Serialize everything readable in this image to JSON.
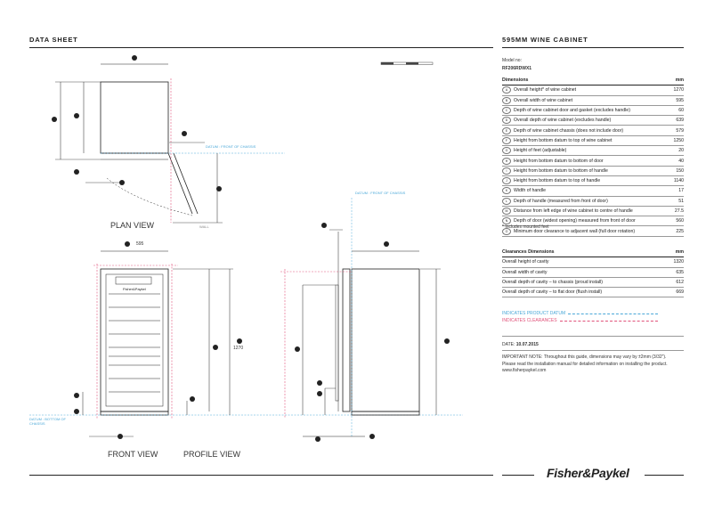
{
  "header": {
    "left_title": "DATA SHEET",
    "right_title": "595MM WINE CABINET"
  },
  "model": {
    "label": "Model no:",
    "number": "RF206RDWX1"
  },
  "dimensions": {
    "title": "Dimensions",
    "unit": "mm",
    "rows": [
      {
        "id": "A",
        "desc": "Overall height* of wine cabinet",
        "val": "1270"
      },
      {
        "id": "B",
        "desc": "Overall width of wine cabinet",
        "val": "595"
      },
      {
        "id": "C",
        "desc": "Depth of wine cabinet door and gasket (excludes handle)",
        "val": "60"
      },
      {
        "id": "D",
        "desc": "Overall depth of wine cabinet (excludes handle)",
        "val": "639"
      },
      {
        "id": "E",
        "desc": "Depth of wine cabinet chassis (does not include door)",
        "val": "579"
      },
      {
        "id": "F",
        "desc": "Height from bottom datum to top of wine cabinet",
        "val": "1250"
      },
      {
        "id": "G",
        "desc": "Height of feet (adjustable)",
        "val": "20"
      },
      {
        "id": "H",
        "desc": "Height from bottom datum to bottom of door",
        "val": "40"
      },
      {
        "id": "I",
        "desc": "Height from bottom datum to bottom of handle",
        "val": "150"
      },
      {
        "id": "J",
        "desc": "Height from bottom datum to top of handle",
        "val": "1140"
      },
      {
        "id": "K",
        "desc": "Width of handle",
        "val": "17"
      },
      {
        "id": "L",
        "desc": "Depth of handle (measured from front of door)",
        "val": "51"
      },
      {
        "id": "M",
        "desc": "Distance from left edge of wine cabinet to centre of handle",
        "val": "27.5"
      },
      {
        "id": "N",
        "desc": "Depth of door (widest opening) measured from front of door",
        "val": "560"
      },
      {
        "id": "O",
        "desc": "Minimum door clearance to adjacent wall (full door rotation)",
        "val": "225"
      }
    ],
    "footnote": "* Includes mounted feet"
  },
  "clearances": {
    "title": "Clearances Dimensions",
    "unit": "mm",
    "rows": [
      {
        "desc": "Overall height of cavity",
        "val": "1320"
      },
      {
        "desc": "Overall width of cavity",
        "val": "635"
      },
      {
        "desc": "Overall depth of cavity – to chassis (proud install)",
        "val": "612"
      },
      {
        "desc": "Overall depth of cavity – to flat door (flush install)",
        "val": "669"
      }
    ]
  },
  "legend": {
    "datum": "INDICATES PRODUCT DATUM",
    "clearances": "INDICATES CLEARANCES"
  },
  "date": {
    "label": "DATE:",
    "value": "10.07.2015"
  },
  "note": "IMPORTANT NOTE: Throughout this guide, dimensions may vary by ±2mm (3/32”). Please read the installation manual for detailed information on installing the product. www.fisherpaykel.com",
  "drawing": {
    "plan_view": "PLAN VIEW",
    "front_view": "FRONT VIEW",
    "profile_view": "PROFILE VIEW",
    "datum_front": "DATUM : FRONT OF CHASSIS",
    "datum_bottom": "DATUM : BOTTOM OF CHASSIS",
    "wall": "WALL",
    "width_595": "595",
    "height_1270": "1270",
    "brand_small": "Fisher&Paykel"
  },
  "brand": "Fisher&Paykel",
  "colors": {
    "datum": "#4aa8d8",
    "clearance": "#e0527a"
  }
}
